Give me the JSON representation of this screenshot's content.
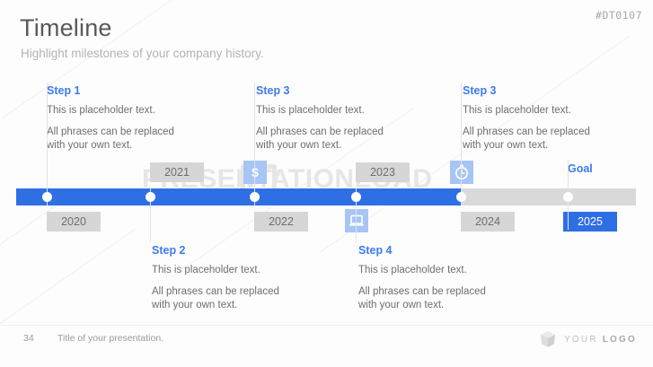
{
  "header": {
    "title": "Timeline",
    "subtitle": "Highlight milestones of your company history.",
    "doc_code": "#DT0107"
  },
  "watermark": {
    "text": "PRESENTATIONLOAD"
  },
  "timeline": {
    "goal_label": "Goal",
    "bar_fill_color": "#2f6fe4",
    "bar_track_color": "#d9d9d9",
    "accent_color": "#3c7bef",
    "icon_chip_color": "#a7c5f5",
    "years": [
      {
        "label": "2020",
        "position": "below",
        "highlight": false
      },
      {
        "label": "2021",
        "position": "above",
        "highlight": false
      },
      {
        "label": "2022",
        "position": "below",
        "highlight": false
      },
      {
        "label": "2023",
        "position": "above",
        "highlight": false
      },
      {
        "label": "2024",
        "position": "below",
        "highlight": false
      },
      {
        "label": "2025",
        "position": "below",
        "highlight": true
      }
    ],
    "icons": [
      {
        "name": "dollar-icon",
        "position": "above"
      },
      {
        "name": "laptop-icon",
        "position": "below"
      },
      {
        "name": "stopwatch-icon",
        "position": "above"
      }
    ]
  },
  "steps": {
    "top": [
      {
        "title": "Step 1",
        "line1": "This is placeholder text.",
        "line2": "All phrases can be replaced",
        "line3": "with your own text."
      },
      {
        "title": "Step 3",
        "line1": "This is placeholder text.",
        "line2": "All phrases can be replaced",
        "line3": "with your own text."
      },
      {
        "title": "Step 3",
        "line1": "This is placeholder text.",
        "line2": "All phrases can be replaced",
        "line3": "with your own text."
      }
    ],
    "bottom": [
      {
        "title": "Step 2",
        "line1": "This is placeholder text.",
        "line2": "All phrases can be replaced",
        "line3": "with your own text."
      },
      {
        "title": "Step 4",
        "line1": "This is placeholder text.",
        "line2": "All phrases can be replaced",
        "line3": "with your own text."
      }
    ]
  },
  "footer": {
    "page_number": "34",
    "title": "Title of your presentation.",
    "logo_word1": "YOUR",
    "logo_word2": "LOGO"
  }
}
